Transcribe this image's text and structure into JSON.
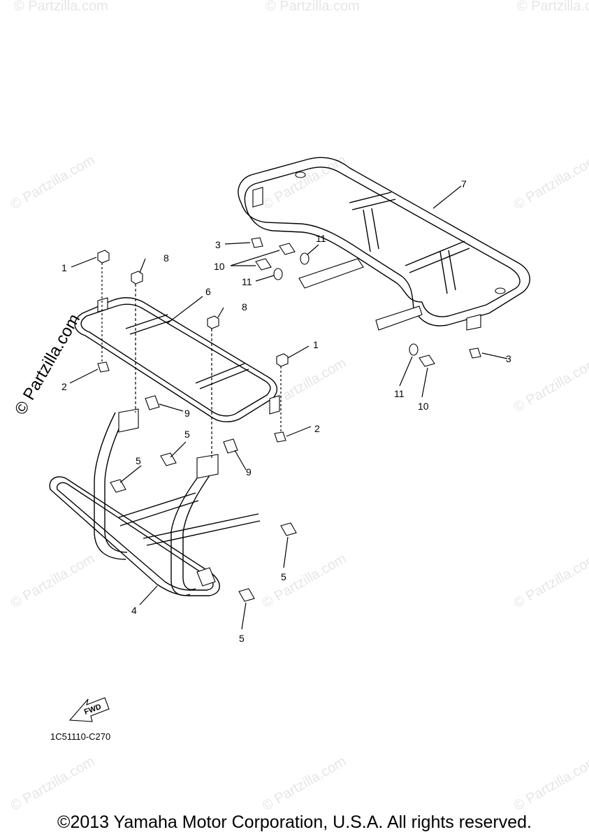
{
  "watermark_text": "© Partzilla.com",
  "diagram_code": "1C51110-C270",
  "fwd_label": "FWD",
  "copyright": "©2013 Yamaha Motor Corporation, U.S.A. All rights reserved.",
  "callouts": {
    "c1_top": "1",
    "c1_mid": "1",
    "c2_left": "2",
    "c2_right": "2",
    "c3_top": "3",
    "c3_right": "3",
    "c4": "4",
    "c5_a": "5",
    "c5_b": "5",
    "c5_c": "5",
    "c5_d": "5",
    "c6": "6",
    "c7": "7",
    "c8_a": "8",
    "c8_b": "8",
    "c9_a": "9",
    "c9_b": "9",
    "c10_left": "10",
    "c10_right": "10",
    "c11_top": "11",
    "c11_left": "11",
    "c11_right": "11"
  }
}
